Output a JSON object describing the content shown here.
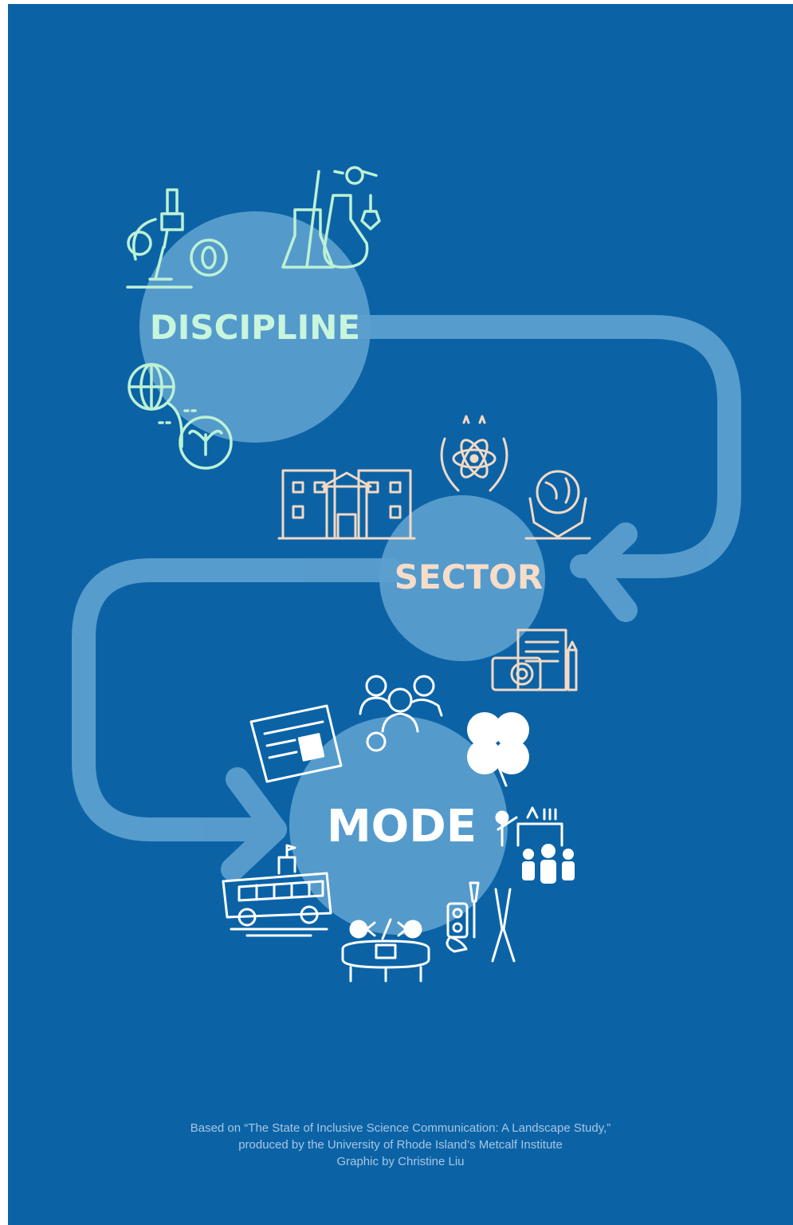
{
  "stages": [
    {
      "label": "DISCIPLINE",
      "color": "#c8f5dc"
    },
    {
      "label": "SECTOR",
      "color": "#f7dcc8"
    },
    {
      "label": "MODE",
      "color": "#ffffff"
    }
  ],
  "credits": {
    "line1": "Based on “The State of Inclusive Science Communication: A Landscape Study,”",
    "line2": "produced by the University of Rhode Island’s Metcalf Institute",
    "line3": "Graphic by Christine Liu"
  },
  "colors": {
    "background": "#0b63a6",
    "circle": "#5b9fcf",
    "path": "#5b9fcf",
    "discipline_icons": "#bdf1d4",
    "sector_icons": "#f4d9c4",
    "mode_icons": "#ffffff"
  },
  "icons": {
    "discipline": [
      "microscope-icon",
      "chemistry-flasks-icon",
      "globe-plant-icon"
    ],
    "sector": [
      "museum-building-icon",
      "science-laurel-icon",
      "earth-in-hands-icon",
      "media-camera-icon"
    ],
    "mode": [
      "people-group-icon",
      "newspaper-icon",
      "four-h-clover-icon",
      "classroom-demo-icon",
      "school-bus-icon",
      "coding-table-icon",
      "maker-tools-icon"
    ]
  }
}
